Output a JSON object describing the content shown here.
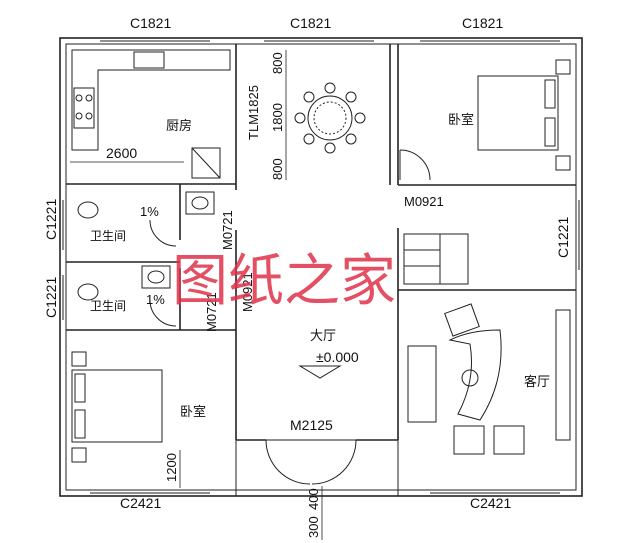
{
  "window_labels": {
    "top_left": "C1821",
    "top_mid": "C1821",
    "top_right": "C1821",
    "left_upper": "C1221",
    "left_lower": "C1221",
    "right_mid": "C1221",
    "bottom_left": "C2421",
    "bottom_right": "C2421"
  },
  "door_labels": {
    "bedroom_door": "M0921",
    "bath_door_upper": "M0721",
    "bath_door_lower": "M0721",
    "hall_side": "M0921",
    "front_door": "M2125",
    "dining_opening": "TLM1825"
  },
  "rooms": {
    "kitchen": "厨房",
    "bedroom_tr": "卧室",
    "bath_upper": "卫生间",
    "bath_lower": "卫生间",
    "hall": "大厅",
    "living": "客厅",
    "bedroom_bl": "卧室"
  },
  "dimensions": {
    "kitchen_width": "2600",
    "d800_top": "800",
    "d1800": "1800",
    "d800_bottom": "800",
    "d1200": "1200",
    "d400": "400",
    "d300": "300"
  },
  "annotations": {
    "slope_upper": "1%",
    "slope_lower": "1%",
    "level": "±0.000"
  },
  "watermark": "图纸之家"
}
